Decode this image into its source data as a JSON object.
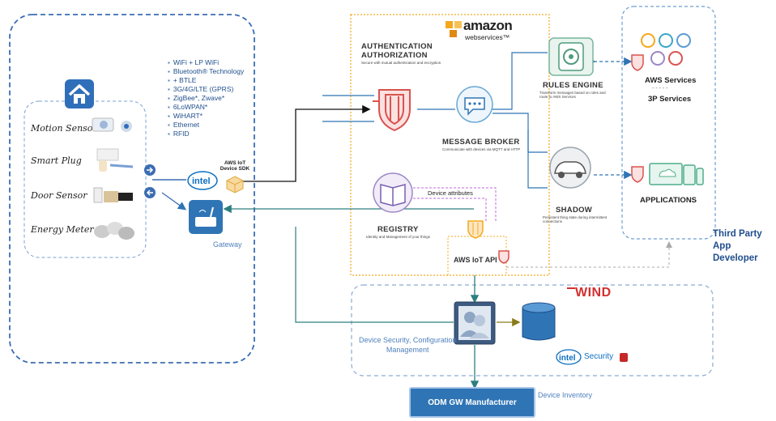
{
  "devices": [
    {
      "label": "Motion Sensor"
    },
    {
      "label": "Smart Plug"
    },
    {
      "label": "Door Sensor"
    },
    {
      "label": "Energy Meter"
    }
  ],
  "connectivity": [
    "WiFi + LP WiFi",
    "Bluetooth® Technology",
    "+ BTLE",
    "3G/4G/LTE (GPRS)",
    "ZigBee*, Zwave*",
    "6LoWPAN*",
    "WiHART*",
    "Ethernet",
    "RFID"
  ],
  "gateway": {
    "label": "Gateway",
    "sdk_label": "AWS IoT",
    "sdk_label2": "Device SDK",
    "intel_logo": "intel"
  },
  "aws": {
    "logo_word": "amazon",
    "logo_sub": "webservices™",
    "auth_title1": "AUTHENTICATION",
    "auth_title2": "AUTHORIZATION",
    "auth_desc": "Secure with mutual authentication and encryption",
    "broker_title": "MESSAGE BROKER",
    "broker_desc": "Communicate with devices via MQTT and HTTP",
    "rules_title": "RULES ENGINE",
    "rules_desc1": "Transform messages based on rules and",
    "rules_desc2": "route to AWS Services",
    "shadow_title": "SHADOW",
    "shadow_desc1": "Persistent thing state during intermittent",
    "shadow_desc2": "connections",
    "registry_title": "REGISTRY",
    "registry_desc": "Identity and Management of your things",
    "device_attributes": "Device attributes",
    "api_label": "AWS IoT API"
  },
  "third_party": {
    "aws_services": "AWS Services",
    "separator": "- - - - -",
    "p3_services": "3P Services",
    "applications": "APPLICATIONS",
    "developer_line1": "Third Party",
    "developer_line2": "App",
    "developer_line3": "Developer"
  },
  "management": {
    "device_security1": "Device Security, Configuration",
    "device_security2": "Management",
    "wind": "WIND",
    "intel_security_logo": "intel",
    "intel_security_word": "Security",
    "device_inventory": "Device Inventory",
    "odm": "ODM GW Manufacturer"
  },
  "colors": {
    "aws_red": "#d9534f",
    "border_blue": "#3b6db3",
    "aws_orange": "#f4a81d",
    "dark_blue": "#1f4e8c",
    "teal": "#2d8a8a",
    "olive": "#8a7a1a"
  },
  "icons": [
    "home-icon",
    "shield-icon",
    "message-broker-icon",
    "rules-engine-icon",
    "shadow-car-icon",
    "registry-book-icon",
    "database-icon",
    "users-icon",
    "wifi-router-icon",
    "aws-cube-icon"
  ]
}
